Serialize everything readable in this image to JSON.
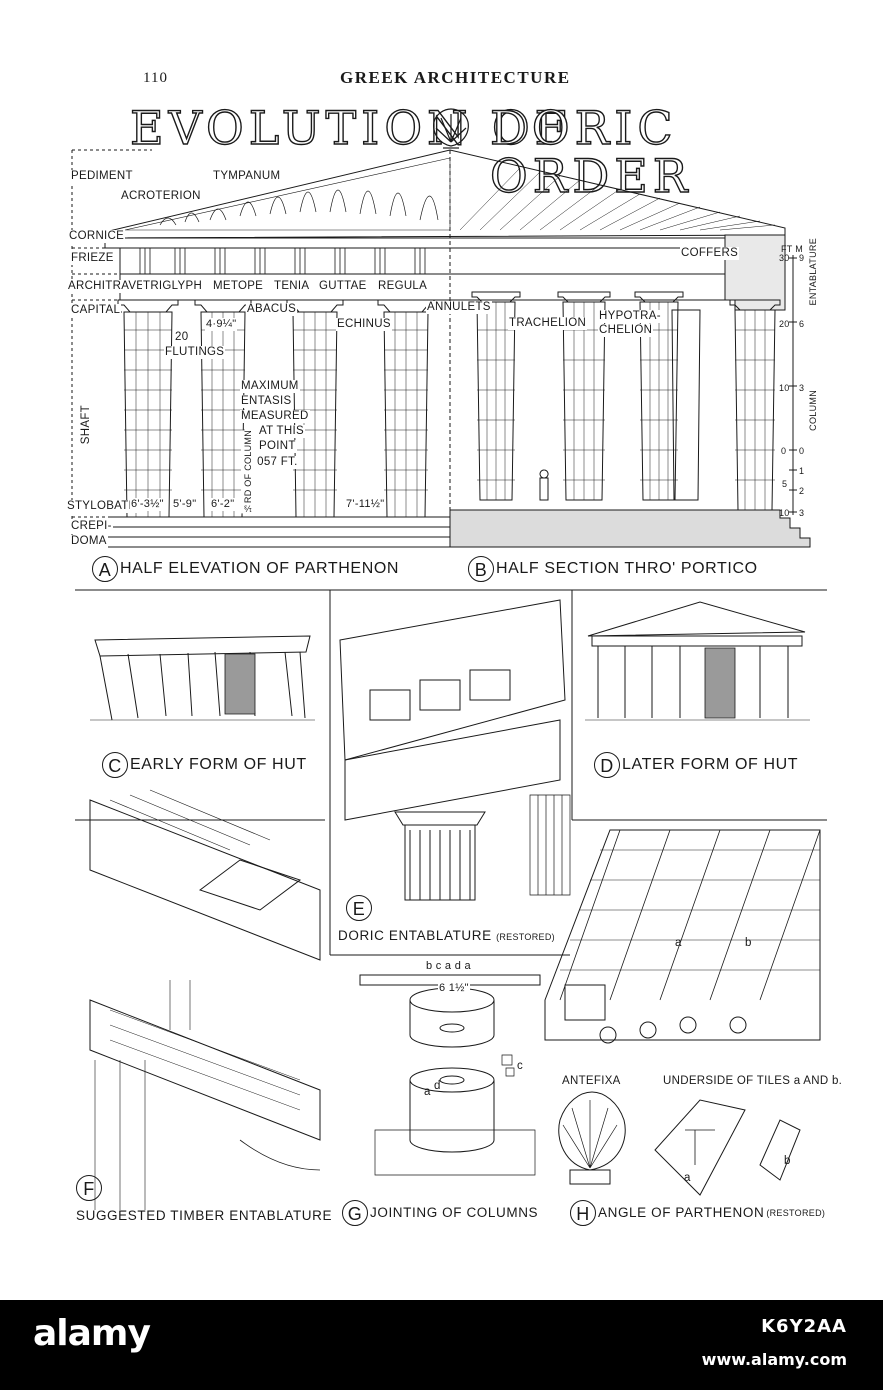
{
  "page": {
    "number": "110",
    "running_head": "GREEK ARCHITECTURE",
    "title_left": "EVOLUTION OF",
    "title_right": "DORIC ORDER"
  },
  "elevation": {
    "left_labels": {
      "pediment": "PEDIMENT",
      "acroterion": "ACROTERION",
      "tympanum": "TYMPANUM",
      "cornice": "CORNICE",
      "frieze": "FRIEZE",
      "architrave": "ARCHITRAVE",
      "capital": "CAPITAL",
      "shaft": "SHAFT",
      "stylobate": "STYLOBATE",
      "crepidoma_1": "CREPI-",
      "crepidoma_2": "DOMA"
    },
    "parts": {
      "triglyph": "TRIGLYPH",
      "metope": "METOPE",
      "tenia": "TENIA",
      "guttae": "GUTTAE",
      "regula": "REGULA",
      "abacus": "ABACUS",
      "echinus": "ECHINUS",
      "annulets": "ANNULETS",
      "trachelion": "TRACHELION",
      "hypotrachelion_1": "HYPOTRA-",
      "hypotrachelion_2": "CHELION",
      "flutings_1": "20",
      "flutings_2": "FLUTINGS",
      "coffers": "COFFERS"
    },
    "entasis": [
      "MAXIMUM",
      "ENTASIS",
      "MEASURED",
      "AT THIS",
      "POINT",
      "·057 FT."
    ],
    "column_third": "⅓RD OF COLUMN",
    "dimensions": {
      "capital_width": "4·9¼\"",
      "bay_1": "6'-3½\"",
      "bay_2": "5'-9\"",
      "bay_3": "6'-2\"",
      "bay_4": "7'-11½\""
    },
    "scale": {
      "ft_m_header": "FT M",
      "entablature": "ENTABLATURE",
      "column": "COLUMN",
      "ft_ticks": [
        "30",
        "20",
        "10",
        "0"
      ],
      "m_ticks": [
        "9",
        "6",
        "3",
        "0",
        "1",
        "2",
        "3"
      ],
      "extra_ticks": [
        "5",
        "10"
      ]
    }
  },
  "captions": {
    "a": {
      "letter": "A",
      "text": "HALF ELEVATION OF PARTHENON"
    },
    "b": {
      "letter": "B",
      "text": "HALF SECTION THRO' PORTICO"
    },
    "c": {
      "letter": "C",
      "text": "EARLY FORM OF HUT"
    },
    "d": {
      "letter": "D",
      "text": "LATER FORM OF HUT"
    },
    "e": {
      "letter": "E",
      "text": "DORIC ENTABLATURE",
      "note": "(RESTORED)"
    },
    "f": {
      "letter": "F",
      "text": "SUGGESTED TIMBER ENTABLATURE"
    },
    "g": {
      "letter": "G",
      "text": "JOINTING OF COLUMNS"
    },
    "h": {
      "letter": "H",
      "text": "ANGLE OF PARTHENON",
      "note": "(RESTORED)"
    }
  },
  "details": {
    "antefixa": "ANTEFIXA",
    "underside_tiles": "UNDERSIDE OF TILES a AND b.",
    "tile_a": "a",
    "tile_b": "b",
    "joint_letters": "b c a   d   a",
    "joint_dim": "6 1½\"",
    "drum_a": "a",
    "drum_d": "d",
    "dowel_c": "c"
  },
  "footer": {
    "brand": "alamy",
    "stock_id": "K6Y2AA",
    "site": "www.alamy.com"
  }
}
